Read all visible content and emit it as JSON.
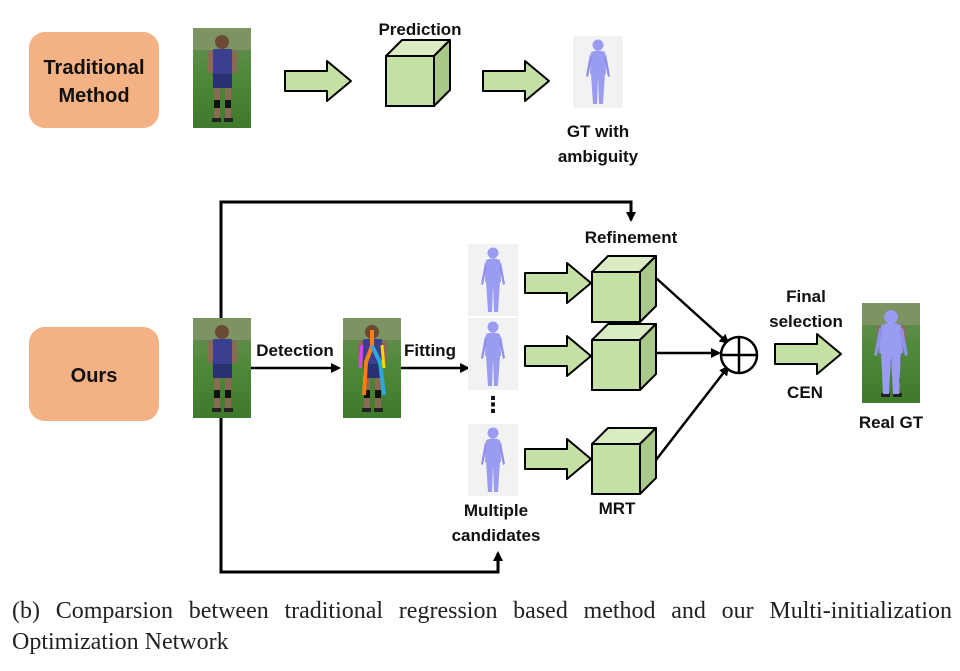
{
  "traditional": {
    "method_label_line1": "Traditional",
    "method_label_line2": "Method",
    "prediction_label": "Prediction",
    "gt_label_line1": "GT with",
    "gt_label_line2": "ambiguity"
  },
  "ours": {
    "method_label": "Ours",
    "detection_label": "Detection",
    "fitting_label": "Fitting",
    "refinement_label": "Refinement",
    "ellipsis": "⋮",
    "candidates_label_line1": "Multiple",
    "candidates_label_line2": "candidates",
    "mrt_label": "MRT",
    "final_label_line1": "Final",
    "final_label_line2": "selection",
    "cen_label": "CEN",
    "real_gt_label": "Real GT"
  },
  "caption": "(b) Comparsion between traditional regression based method and our Multi-initialization Optimization Network",
  "colors": {
    "pill": "#f4b183",
    "cube_front": "#c5e0a5",
    "cube_top": "#d9ecc4",
    "cube_side": "#a9c98a",
    "arrow_fill": "#c5e0a5",
    "body_mesh": "#9a9cf2",
    "grass": "#4f8a3a"
  },
  "icons": [
    "person-photo",
    "skeleton-photo",
    "body-mesh",
    "cube",
    "block-arrow",
    "circle-plus"
  ]
}
